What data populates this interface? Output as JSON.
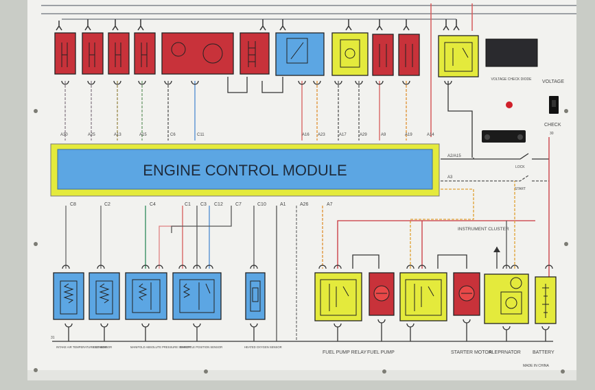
{
  "ecm": {
    "title": "ENGINE CONTROL MODULE"
  },
  "top_pins": [
    "A30",
    "A25",
    "A13",
    "A15",
    "C6",
    "C11",
    "A16",
    "A23",
    "A17",
    "A29",
    "A9",
    "A19",
    "A14"
  ],
  "right_pins": [
    "A2/A15",
    "A3"
  ],
  "bottom_pins": [
    "C8",
    "C2",
    "C4",
    "C1",
    "C3",
    "C12",
    "C7",
    "C10",
    "A1",
    "A26",
    "A7"
  ],
  "panel_labels": {
    "voltage_check": "VOLTAGE CHECK DIODE",
    "voltage": "VOLTAGE",
    "check": "CHECK",
    "lock": "LOCK",
    "start": "START",
    "instrument_cluster": "INSTRUMENT CLUSTER",
    "ground_tag": "31",
    "top_right_tag": "30"
  },
  "sensors": [
    {
      "label": "INTAKE AIR TEMPERATURE SENSOR"
    },
    {
      "label": "ECT SENSOR"
    },
    {
      "label": "MANIFOLD ABSOLUTE PRESSURE SENSOR"
    },
    {
      "label": "THROTTLE POSITION SENSOR"
    },
    {
      "label": "HEATED OXYGEN SENSOR"
    }
  ],
  "actuators": [
    "FUEL PUMP RELAY",
    "FUEL PUMP",
    "STARTER MOTOR",
    "ALEPRNATOR",
    "BATTERY"
  ],
  "made_in": "MADE IN CHINA",
  "colors": {
    "red": "#c8323a",
    "blue": "#5ca6e3",
    "yellow": "#e4ea3c",
    "frame": "#c9ccc6",
    "panel": "#f2f2ef"
  }
}
